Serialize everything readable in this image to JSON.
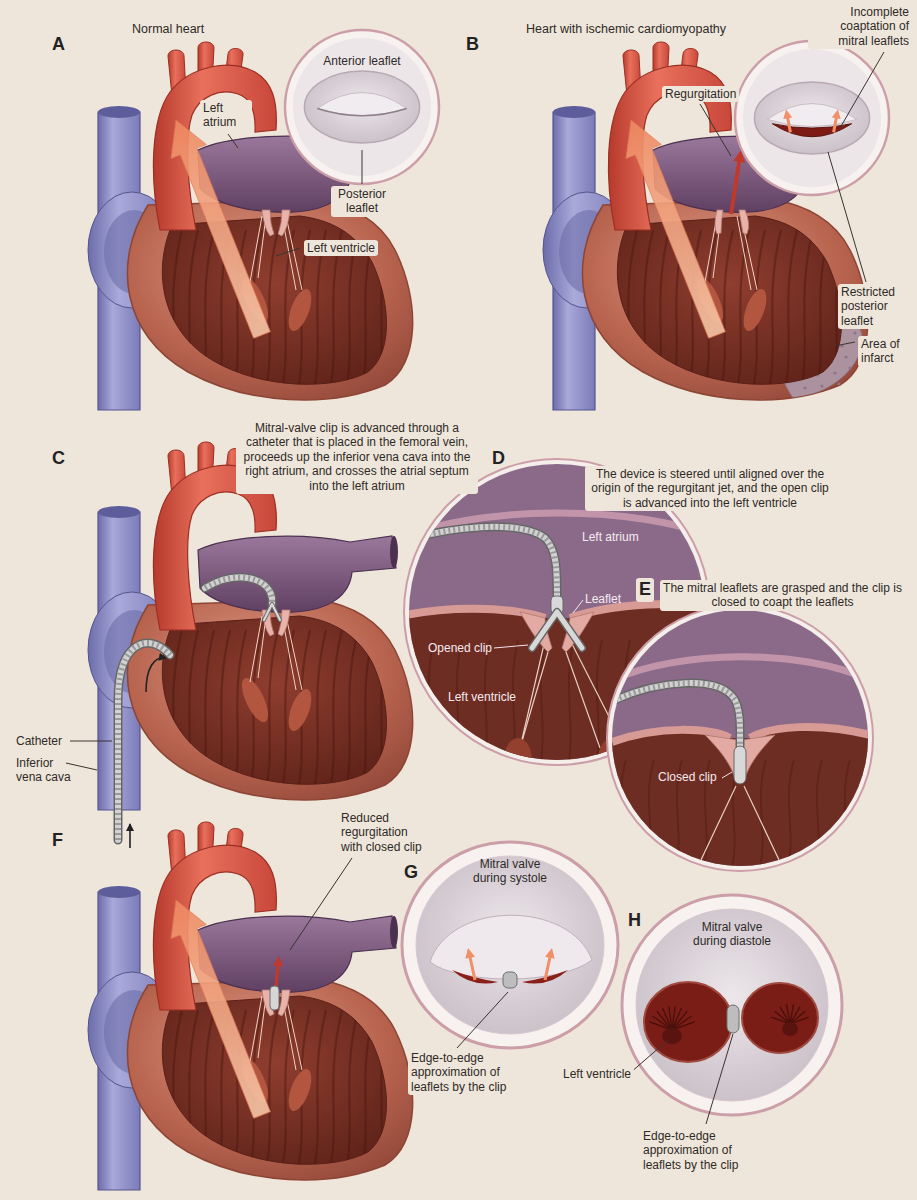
{
  "diagram": {
    "labels": [
      "A",
      "Normal heart",
      "Left atrium",
      "Anterior leaflet",
      "Posterior leaflet",
      "Left ventricle",
      "B",
      "Heart with ischemic cardiomyopathy",
      "Incomplete coaptation of mitral leaflets",
      "Regurgitation",
      "Restricted posterior leaflet",
      "Area of infarct",
      "C",
      "Mitral-valve clip is advanced through a catheter that is placed in the femoral vein, proceeds up the inferior vena cava into the right atrium, and crosses the atrial septum into the left atrium",
      "Catheter",
      "Inferior vena cava",
      "D",
      "The device is steered until aligned over the origin of the regurgitant jet, and the open clip is advanced into the left ventricle",
      "Left atrium",
      "Leaflet",
      "Opened clip",
      "Left ventricle",
      "E",
      "The mitral leaflets are grasped and the clip is closed to coapt the leaflets",
      "Closed clip",
      "F",
      "Reduced regurgitation with closed clip",
      "G",
      "Mitral valve during systole",
      "Edge-to-edge approximation of leaflets by the clip",
      "H",
      "Mitral valve during diastole",
      "Left ventricle",
      "Edge-to-edge approximation of leaflets by the clip"
    ]
  }
}
